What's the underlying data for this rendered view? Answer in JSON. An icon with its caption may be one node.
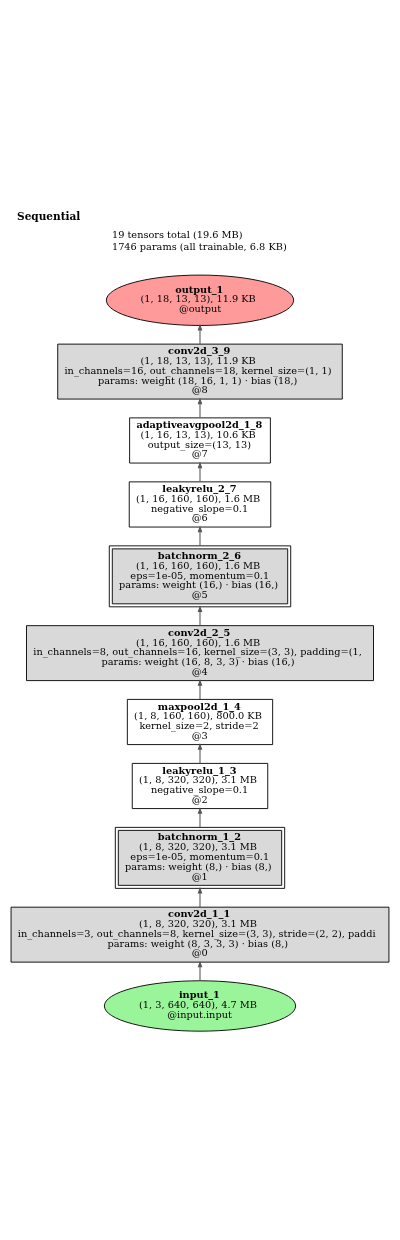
{
  "diagram": {
    "title": "Sequential",
    "nodes": [
      {
        "text": [
          "output_1",
          "(1, 18, 13, 13), 11.9 KB",
          "@output"
        ]
      },
      {
        "text": [
          "conv2d_3_9",
          "(1, 18, 13, 13), 11.9 KB",
          "in_channels=16, out_channels=18, kernel_size=(1, 1)",
          "params: weight (18, 16, 1, 1) · bias (18,)",
          "@8"
        ]
      },
      {
        "text": [
          "adaptiveavgpool2d_1_8",
          "(1, 16, 13, 13), 10.6 KB",
          "output_size=(13, 13)",
          "@7"
        ]
      },
      {
        "text": [
          "leakyrelu_2_7",
          "(1, 16, 160, 160), 1.6 MB",
          "negative_slope=0.1",
          "@6"
        ]
      },
      {
        "text": [
          "batchnorm_2_6",
          "(1, 16, 160, 160), 1.6 MB",
          "eps=1e-05, momentum=0.1",
          "params: weight (16,) · bias (16,)",
          "@5"
        ]
      },
      {
        "text": [
          "conv2d_2_5",
          "(1, 16, 160, 160), 1.6 MB",
          "in_channels=8, out_channels=16, kernel_size=(3, 3), padding=(1,",
          "params: weight (16, 8, 3, 3) · bias (16,)",
          "@4"
        ]
      },
      {
        "text": [
          "maxpool2d_1_4",
          "(1, 8, 160, 160), 800.0 KB",
          "kernel_size=2, stride=2",
          "@3"
        ]
      },
      {
        "text": [
          "leakyrelu_1_3",
          "(1, 8, 320, 320), 3.1 MB",
          "negative_slope=0.1",
          "@2"
        ]
      },
      {
        "text": [
          "batchnorm_1_2",
          "(1, 8, 320, 320), 3.1 MB",
          "eps=1e-05, momentum=0.1",
          "params: weight (8,) · bias (8,)",
          "@1"
        ]
      },
      {
        "text": [
          "conv2d_1_1",
          "(1, 8, 320, 320), 3.1 MB",
          "in_channels=3, out_channels=8, kernel_size=(3, 3), stride=(2, 2), paddi",
          "params: weight (8, 3, 3, 3) · bias (8,)",
          "@0"
        ]
      },
      {
        "text": [
          "input_1",
          "(1, 3, 640, 640), 4.7 MB",
          "@input.input"
        ]
      }
    ],
    "edges": [
      {
        "from": 10,
        "to": 9,
        "arrow": "to"
      },
      {
        "from": 9,
        "to": 8,
        "arrow": "to"
      },
      {
        "from": 8,
        "to": 7,
        "arrow": "to"
      },
      {
        "from": 7,
        "to": 6,
        "arrow": "to"
      },
      {
        "from": 6,
        "to": 5,
        "arrow": "to"
      },
      {
        "from": 5,
        "to": 4,
        "arrow": "to"
      },
      {
        "from": 4,
        "to": 3,
        "arrow": "to"
      },
      {
        "from": 3,
        "to": 2,
        "arrow": "to"
      },
      {
        "from": 2,
        "to": 1,
        "arrow": "to"
      },
      {
        "from": 1,
        "to": 0,
        "arrow": "to"
      }
    ],
    "labels": [
      "19 tensors total (19.6 MB)",
      "1746 params (all trainable, 6.8 KB)"
    ]
  }
}
